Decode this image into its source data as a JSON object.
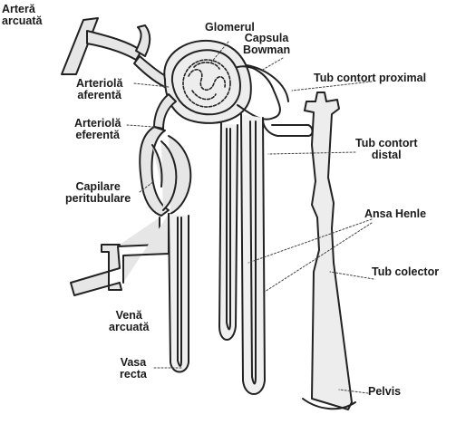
{
  "labels": {
    "artera_arcuata": [
      "Arteră",
      "arcuată"
    ],
    "arteriola_aferenta": [
      "Arteriolă",
      "aferentă"
    ],
    "arteriola_eferenta": [
      "Arteriolă",
      "eferentă"
    ],
    "capilare_peritubulare": [
      "Capilare",
      "peritubulare"
    ],
    "vena_arcuata": [
      "Venă",
      "arcuată"
    ],
    "vasa_recta": [
      "Vasa",
      "recta"
    ],
    "glomerul": "Glomerul",
    "capsula_bowman": [
      "Capsula",
      "Bowman"
    ],
    "tub_contort_proximal": "Tub contort proximal",
    "tub_contort_distal": [
      "Tub contort",
      "distal"
    ],
    "ansa_henle": "Ansa Henle",
    "tub_colector": "Tub colector",
    "pelvis": "Pelvis"
  }
}
